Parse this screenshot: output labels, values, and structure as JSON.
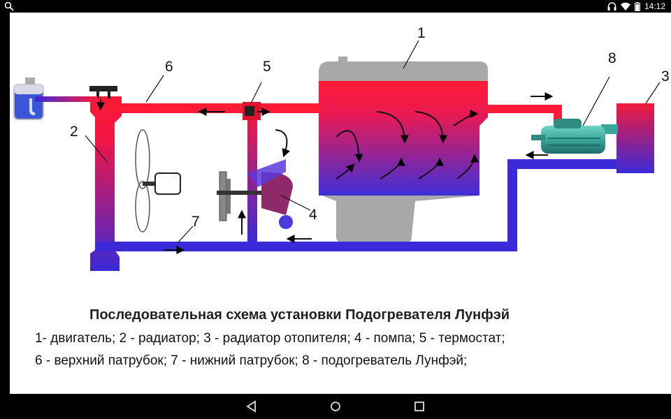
{
  "status_bar": {
    "time": "14:12",
    "icons": [
      "search-icon",
      "headphones-icon",
      "wifi-icon",
      "battery-icon"
    ]
  },
  "diagram": {
    "labels": {
      "l1": "1",
      "l2": "2",
      "l3": "3",
      "l4": "4",
      "l5": "5",
      "l6": "6",
      "l7": "7",
      "l8": "8"
    },
    "colors": {
      "hot": "#ff1a35",
      "cold": "#3a2ad8",
      "engine_block": "#a9a9a9",
      "heater": "#3aa59a",
      "arrow": "#000000"
    }
  },
  "caption": {
    "title": "Последовательная схема установки Подогревателя Лунфэй",
    "line1": "1- двигатель; 2 - радиатор; 3 - радиатор отопителя; 4 - помпа; 5 - термостат;",
    "line2": "6 - верхний патрубок; 7 - нижний патрубок; 8 - подогреватель Лунфэй;"
  },
  "nav_bar": {
    "buttons": [
      "back-icon",
      "home-icon",
      "recents-icon"
    ]
  }
}
